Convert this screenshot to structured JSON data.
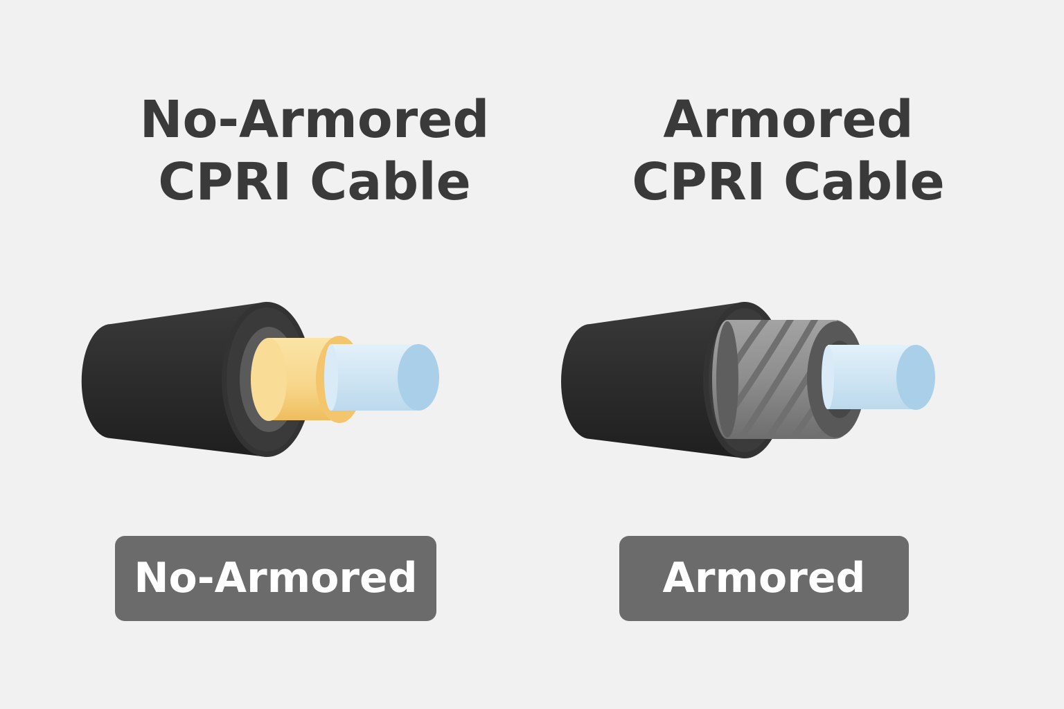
{
  "left": {
    "title_line1": "No-Armored",
    "title_line2": "CPRI Cable",
    "badge": "No-Armored"
  },
  "right": {
    "title_line1": "Armored",
    "title_line2": "CPRI Cable",
    "badge": "Armored"
  },
  "colors": {
    "background": "#f1f1f1",
    "title_text": "#3a3a3a",
    "jacket": "#2f2f2f",
    "jacket_face": "#3c3c3c",
    "yellow_layer": "#f7d98c",
    "fiber_core": "#cfe5f3",
    "armor_steel": "#8e8e8e",
    "badge_bg": "#6b6b6b",
    "badge_text": "#ffffff"
  }
}
